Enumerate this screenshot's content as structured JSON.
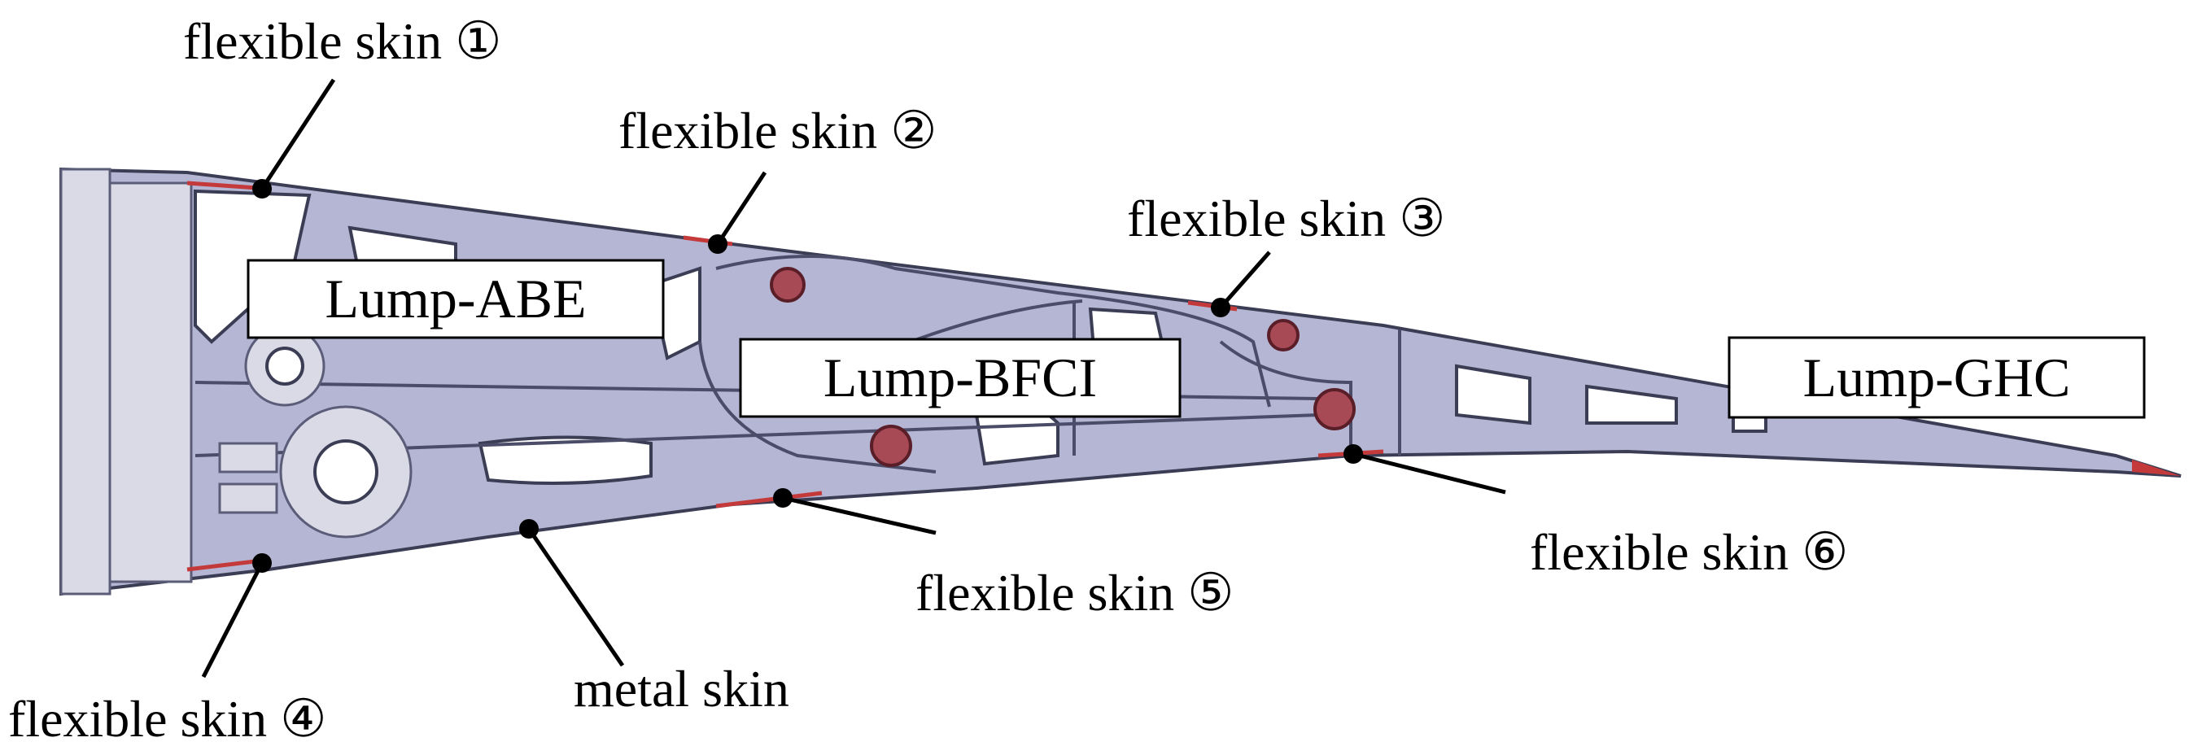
{
  "labels": {
    "lump_abe": "Lump-ABE",
    "lump_bfci": "Lump-BFCI",
    "lump_ghc": "Lump-GHC"
  },
  "callouts": {
    "skin1": "flexible skin ①",
    "skin2": "flexible skin ②",
    "skin3": "flexible skin ③",
    "skin4": "flexible skin ④",
    "skin5": "flexible skin ⑤",
    "skin6": "flexible skin ⑥",
    "metal": "metal skin"
  },
  "colors": {
    "structure": "#b4b6d4",
    "bolt": "#a84a55",
    "flexible_skin": "#c43a3a"
  }
}
